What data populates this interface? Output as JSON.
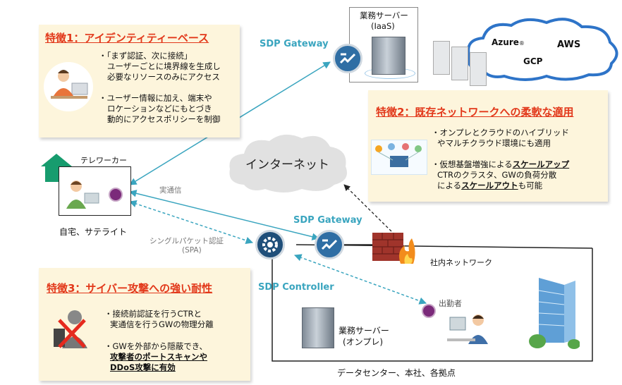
{
  "feature1": {
    "title": "特徴1：アイデンティティーベース",
    "b1": [
      "・「まず認証、次に接続」",
      "ユーザーごとに境界線を生成し",
      "必要なリソースのみにアクセス"
    ],
    "b2": [
      "・ユーザー情報に加え、端末や",
      "ロケーションなどにもとづき",
      "動的にアクセスポリシーを制御"
    ]
  },
  "feature2": {
    "title": "特徴2：既存ネットワークへの柔軟な適用",
    "b1": [
      "・オンプレとクラウドのハイブリッド",
      "やマルチクラウド環境にも適用"
    ],
    "b2a_pre": "・仮想基盤増強による",
    "b2a_em": "スケールアップ",
    "b2b": "CTRのクラスタ、GWの負荷分散",
    "b2c_pre": "による",
    "b2c_em": "スケールアウト",
    "b2c_post": "も可能"
  },
  "feature3": {
    "title": "特徴3：サイバー攻撃への強い耐性",
    "b1": [
      "・接続前認証を行うCTRと",
      "実通信を行うGWの物理分離"
    ],
    "b2": "・GWを外部から隠蔽でき、",
    "b2_em1": "攻撃者のポートスキャンや",
    "b2_em2": "DDoS攻撃に有効"
  },
  "labels": {
    "sdp_gateway_top": "SDP Gateway",
    "sdp_gateway_mid": "SDP Gateway",
    "sdp_controller": "SDP Controller",
    "server_iaas_1": "業務サーバー",
    "server_iaas_2": "(IaaS)",
    "cloud_azure": "Azure",
    "cloud_azure_mark": "®",
    "cloud_aws": "AWS",
    "cloud_gcp": "GCP",
    "internet": "インターネット",
    "teleworker": "テレワーカー",
    "home": "自宅、サテライト",
    "real_comm": "実通信",
    "spa_1": "シングルパケット認証",
    "spa_2": "(SPA)",
    "internal_net": "社内ネットワーク",
    "worker": "出勤者",
    "server_onprem_1": "業務サーバー",
    "server_onprem_2": "(オンプレ)",
    "dc": "データセンター、本社、各拠点"
  },
  "colors": {
    "accent_red": "#e2381a",
    "line_cyan": "#3aa5bf",
    "note_bg": "#fdf5dc",
    "sdp_blue": "#2f6ea4",
    "user_icon": "#7b2a7a"
  }
}
